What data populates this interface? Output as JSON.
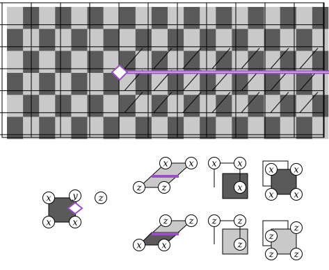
{
  "colors": {
    "background": "#ffffff",
    "dark": "#5a5a5a",
    "light": "#c9c9c9",
    "line": "#000000",
    "highlight": "#9b4fc4",
    "node_fill": "#ffffff"
  },
  "labels": {
    "x": "x",
    "y": "y",
    "z": "z"
  },
  "pattern": {
    "row_types": [
      "A",
      "B",
      "A",
      "B",
      "A",
      "B"
    ],
    "shear_start_col": 5
  },
  "gadgets": {
    "left_gadget": {
      "nodes": [
        "x",
        "y",
        "z",
        "x",
        "x"
      ]
    },
    "slant_top": {
      "nodes": [
        "x",
        "x",
        "z",
        "z"
      ]
    },
    "slant_bottom": {
      "nodes": [
        "z",
        "z",
        "x",
        "x"
      ]
    },
    "square_dark": {
      "nodes": [
        "x",
        "x",
        "x"
      ]
    },
    "square_light": {
      "nodes": [
        "z",
        "z",
        "z"
      ]
    },
    "square_dark_alt": {
      "nodes": [
        "x",
        "x",
        "x",
        "x"
      ]
    },
    "square_light_alt": {
      "nodes": [
        "z",
        "z",
        "z",
        "z"
      ]
    }
  }
}
